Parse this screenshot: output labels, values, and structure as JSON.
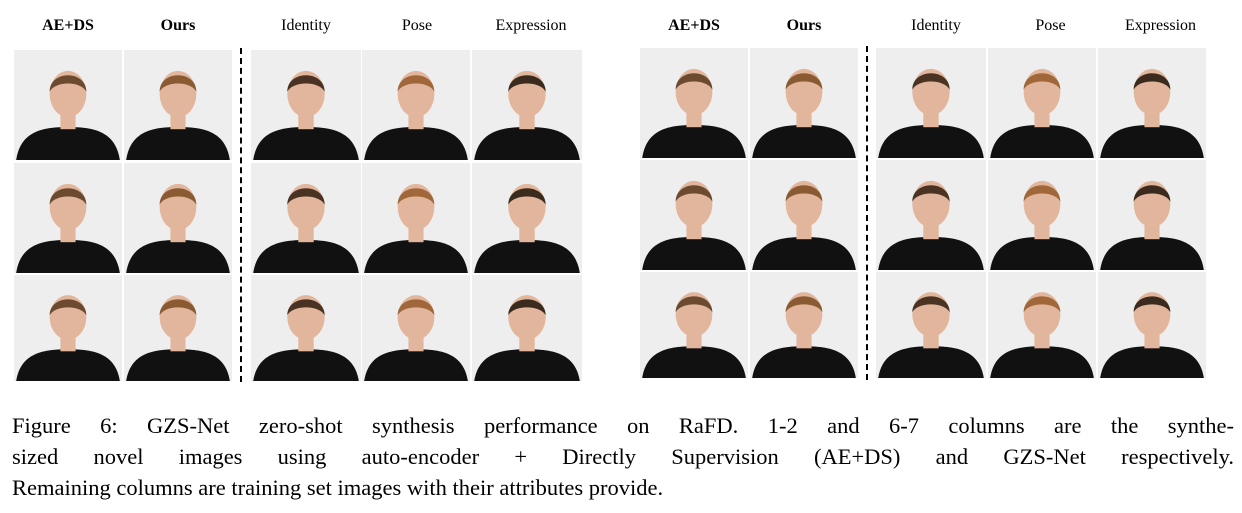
{
  "figure": {
    "panels": [
      {
        "headers": [
          "AE+DS",
          "Ours",
          "Identity",
          "Pose",
          "Expression"
        ]
      },
      {
        "headers": [
          "AE+DS",
          "Ours",
          "Identity",
          "Pose",
          "Expression"
        ]
      }
    ],
    "caption_lines": [
      "Figure 6: GZS-Net zero-shot synthesis performance on RaFD. 1-2 and 6-7 columns are the synthe-",
      "sized novel images using auto-encoder + Directly Supervision (AE+DS) and GZS-Net respectively.",
      "Remaining columns are training set images with their attributes provide."
    ]
  },
  "colors": {
    "background": "#ffffff",
    "photo_backdrop": "#eeeeee",
    "clothing": "#111111",
    "skin": "#e2b69c"
  }
}
